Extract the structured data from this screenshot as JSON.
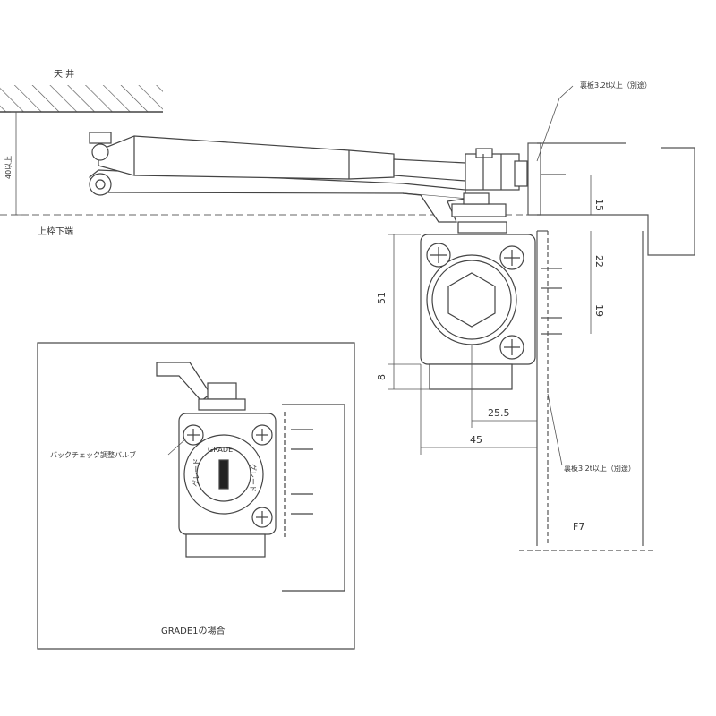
{
  "labels": {
    "ceiling": "天 井",
    "lintel_bottom": "上枠下端",
    "min_40": "40以上",
    "cover_top": "裏板3.2t以上（別途）",
    "cover_bottom": "裏板3.2t以上（別途）",
    "door": "F7",
    "backcheck_valve": "バックチェック調整バルブ",
    "grade_caption": "GRADE1の場合",
    "grade_ring": "GRADE",
    "grade_side_left": "グレード",
    "grade_side_right": "グレード"
  },
  "dimensions": {
    "d15": "15",
    "d22": "22",
    "d19": "19",
    "d51": "51",
    "d8": "8",
    "d25_5": "25.5",
    "d45": "45"
  }
}
